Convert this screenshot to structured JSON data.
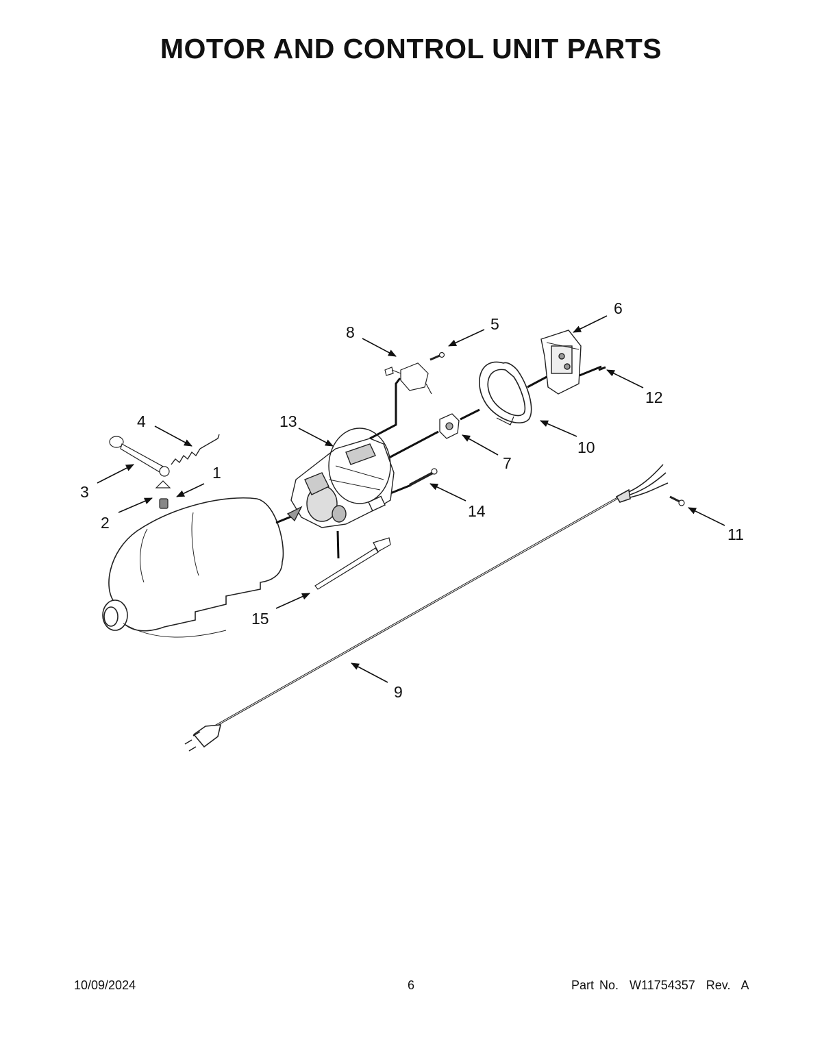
{
  "page": {
    "title": "MOTOR AND CONTROL UNIT PARTS"
  },
  "diagram": {
    "callouts": [
      "1",
      "2",
      "3",
      "4",
      "5",
      "6",
      "7",
      "8",
      "9",
      "10",
      "11",
      "12",
      "13",
      "14",
      "15"
    ]
  },
  "footer": {
    "date": "10/09/2024",
    "page_number": "6",
    "part_info": "Part No.  W11754357  Rev.  A"
  }
}
